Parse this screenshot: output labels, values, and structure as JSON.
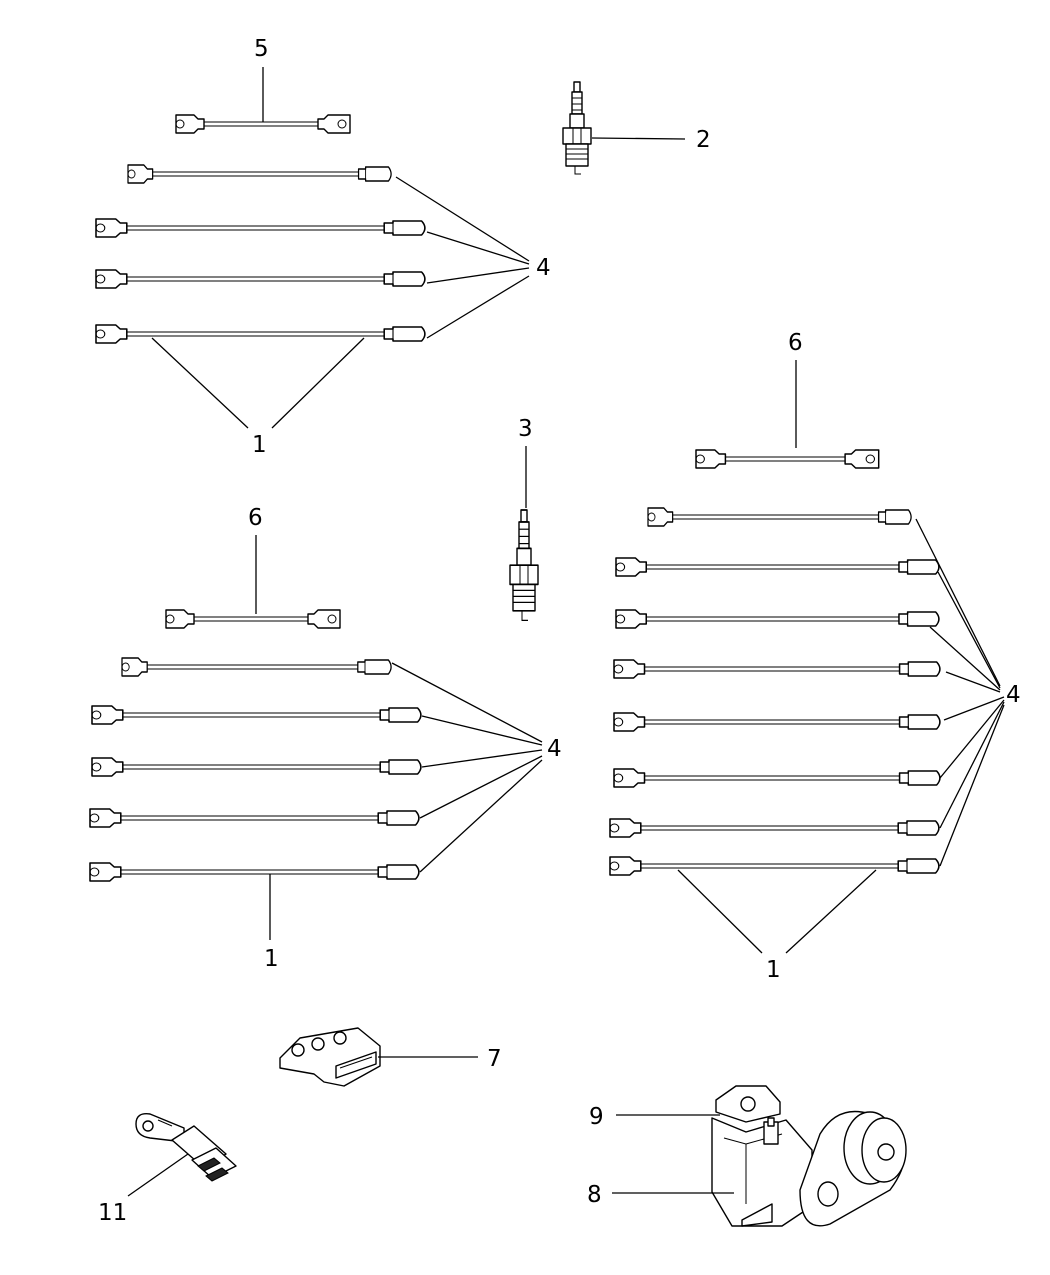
{
  "callouts": {
    "c1_top": "1",
    "c1_left": "1",
    "c1_right": "1",
    "c2": "2",
    "c3": "3",
    "c4_top": "4",
    "c4_left": "4",
    "c4_right": "4",
    "c5": "5",
    "c6_left": "6",
    "c6_right": "6",
    "c7": "7",
    "c8": "8",
    "c9": "9",
    "c11": "11"
  }
}
